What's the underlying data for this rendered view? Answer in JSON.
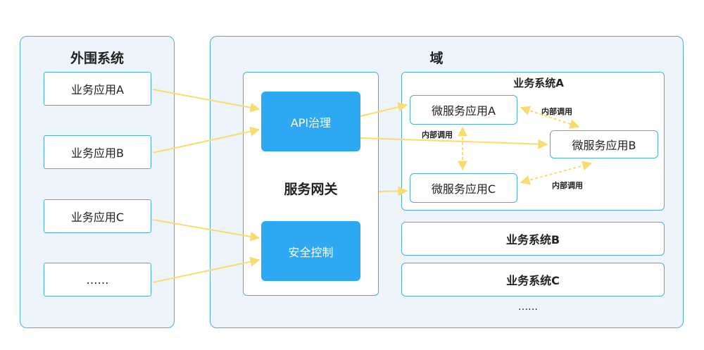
{
  "external": {
    "title": "外围系统",
    "apps": [
      "业务应用A",
      "业务应用B",
      "业务应用C",
      "……"
    ]
  },
  "domain": {
    "title": "域",
    "gateway": {
      "title": "服务网关",
      "api_label": "API治理",
      "security_label": "安全控制"
    },
    "system_a": {
      "title": "业务系统A",
      "micro_a": "微服务应用A",
      "micro_b": "微服务应用B",
      "micro_c": "微服务应用C",
      "internal_call": "内部调用"
    },
    "system_b": "业务系统B",
    "system_c": "业务系统C",
    "more": "……"
  },
  "colors": {
    "panel_border": "#4fa9e3",
    "panel_bg": "#eef4fb",
    "accent_box": "#2fa8f3",
    "arrow": "#f9dc6e"
  }
}
